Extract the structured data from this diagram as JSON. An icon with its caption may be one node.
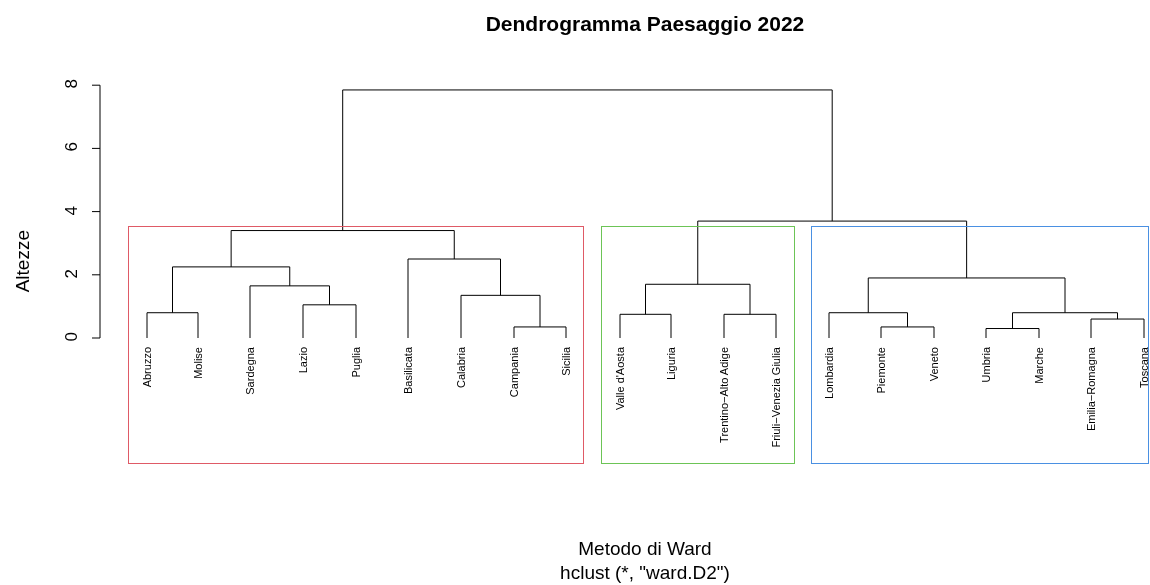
{
  "diagram": {
    "title": "Dendrogramma Paesaggio 2022",
    "nodes": [
      {
        "text": [],
        "shape": "box"
      },
      {
        "text": [],
        "shape": "box"
      },
      {
        "text": [],
        "shape": "box"
      },
      {
        "text": [
          "Abruzzo"
        ],
        "in": 0
      },
      {
        "text": [
          "Molise"
        ],
        "in": 0
      },
      {
        "text": [
          "Sardegna"
        ],
        "in": 0
      },
      {
        "text": [
          "Lazio"
        ],
        "in": 0
      },
      {
        "text": [
          "Puglia"
        ],
        "in": 0
      },
      {
        "text": [
          "Basilicata"
        ],
        "in": 0
      },
      {
        "text": [
          "Calabria"
        ],
        "in": 0
      },
      {
        "text": [
          "Campania"
        ],
        "in": 0
      },
      {
        "text": [
          "Sicilia"
        ],
        "in": 0
      },
      {
        "text": [
          "Valle d'Aosta"
        ],
        "in": 1
      },
      {
        "text": [
          "Liguria"
        ],
        "in": 1
      },
      {
        "text": [
          "Trentino−Alto Adige"
        ],
        "in": 1
      },
      {
        "text": [
          "Friuli−Venezia Giulia"
        ],
        "in": 1
      },
      {
        "text": [
          "Lombardia"
        ],
        "in": 2
      },
      {
        "text": [
          "Piemonte"
        ],
        "in": 2
      },
      {
        "text": [
          "Veneto"
        ],
        "in": 2
      },
      {
        "text": [
          "Umbria"
        ],
        "in": 2
      },
      {
        "text": [
          "Marche"
        ],
        "in": 2
      },
      {
        "text": [
          "Emilia−Romagna"
        ],
        "in": 2
      },
      {
        "text": [
          "Toscana"
        ],
        "in": 2
      }
    ],
    "labels": [
      "Altezze",
      "0",
      "2",
      "4",
      "6",
      "8",
      "Metodo di Ward",
      "hclust (*, \"ward.D2\")"
    ]
  }
}
